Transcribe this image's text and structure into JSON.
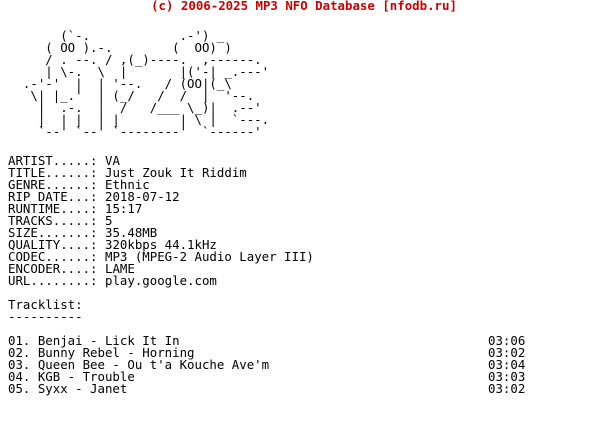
{
  "header": {
    "text": "(c) 2006-2025 MP3 NFO Database [nfodb.ru]",
    "color": "#cc0000"
  },
  "art": {
    "lines": [
      "       (`-.            .-') _",
      "     ( OO ).-.        (  OO) )",
      "     / . --. / ,(_)----.  ,------.",
      "     | \\-.  \\  |       |('-| _.---'",
      "  .-'-'  |  | '--.   / (OO|(_\\",
      "   \\| |_.'  | (_/   /  /  |  '--.",
      "    |  .-.  |  /   /___ \\_)|  .--'",
      "    |  | |  | |        | \\ |  `---.",
      "    `--' `--' `--------'  `------'"
    ]
  },
  "info": {
    "fields": [
      {
        "label": "ARTIST.....:",
        "value": "VA"
      },
      {
        "label": "TITLE......:",
        "value": "Just Zouk It Riddim"
      },
      {
        "label": "GENRE......:",
        "value": "Ethnic"
      },
      {
        "label": "RIP DATE...:",
        "value": "2018-07-12"
      },
      {
        "label": "RUNTIME....:",
        "value": "15:17"
      },
      {
        "label": "TRACKS.....:",
        "value": "5"
      },
      {
        "label": "SIZE.......:",
        "value": "35.48MB"
      },
      {
        "label": "QUALITY....:",
        "value": "320kbps 44.1kHz"
      },
      {
        "label": "CODEC......:",
        "value": "MP3 (MPEG-2 Audio Layer III)"
      },
      {
        "label": "ENCODER....:",
        "value": "LAME"
      },
      {
        "label": "URL........:",
        "value": "play.google.com"
      }
    ],
    "tracklist_heading": "Tracklist:",
    "tracklist_rule": "----------",
    "tracks": [
      {
        "name": "01. Benjai - Lick It In",
        "time": "03:06"
      },
      {
        "name": "02. Bunny Rebel - Horning",
        "time": "03:02"
      },
      {
        "name": "03. Queen Bee - Ou t'a Kouche Ave'm",
        "time": "03:04"
      },
      {
        "name": "04. KGB - Trouble",
        "time": "03:03"
      },
      {
        "name": "05. Syxx - Janet",
        "time": "03:02"
      }
    ]
  }
}
